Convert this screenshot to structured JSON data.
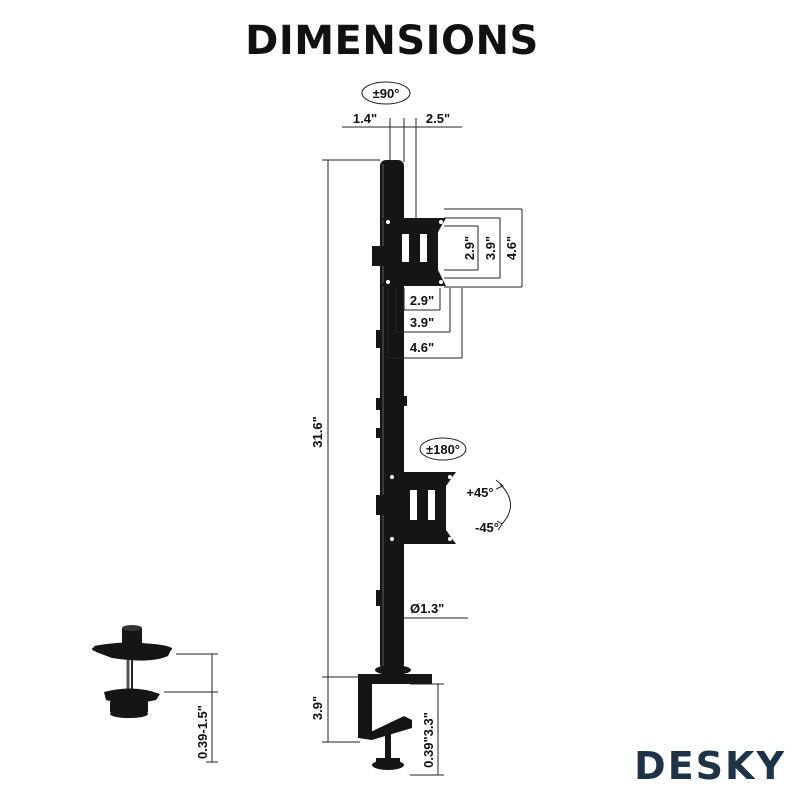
{
  "title": "DIMENSIONS",
  "brand": "DESKY",
  "colors": {
    "metal": "#151515",
    "brand": "#1f3347",
    "text": "#111111"
  },
  "labels": {
    "tilt_top": "±90°",
    "offset_left": "1.4\"",
    "offset_right": "2.5\"",
    "vesa_h_small": "2.9\"",
    "vesa_h_mid": "3.9\"",
    "vesa_h_large": "4.6\"",
    "vesa_w_small": "2.9\"",
    "vesa_w_mid": "3.9\"",
    "vesa_w_large": "4.6\"",
    "pole_height": "31.6\"",
    "rotate": "±180°",
    "tilt_up": "+45°",
    "tilt_down": "-45°",
    "pole_diameter": "Ø1.3\"",
    "clamp_height": "3.9\"",
    "clamp_range": "0.39\"3.3\"",
    "grommet_range": "0.39-1.5\""
  }
}
